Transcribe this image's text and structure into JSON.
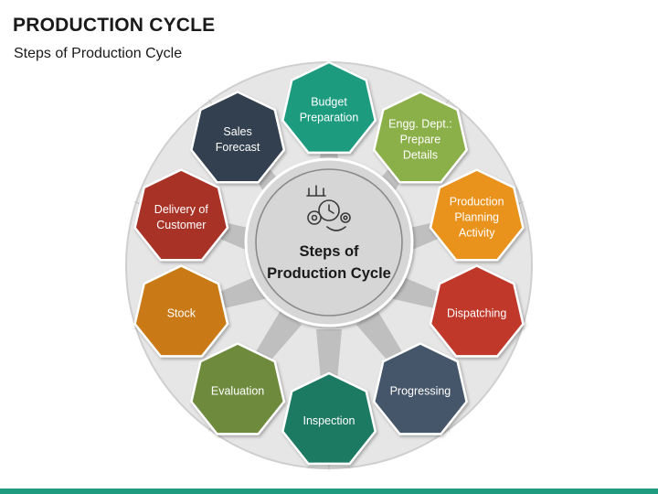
{
  "title": "PRODUCTION CYCLE",
  "subtitle": "Steps of Production Cycle",
  "center": {
    "lines": [
      "Steps of",
      "Production Cycle"
    ],
    "icon": "gears-clock-icon"
  },
  "colors": {
    "outer_ring": "#e6e6e6",
    "outer_ring_stroke": "#cfcfcf",
    "center_circle": "#d6d6d6",
    "spikes": "#bfbfbf",
    "accent_bar": "#1f9b7f"
  },
  "steps": [
    {
      "id": "budget-preparation",
      "lines": [
        "Budget",
        "Preparation"
      ],
      "color": "#1f9b7f"
    },
    {
      "id": "engg-dept-prepare-details",
      "lines": [
        "Engg. Dept.:",
        "Prepare",
        "Details"
      ],
      "color": "#8cb049"
    },
    {
      "id": "production-planning-activity",
      "lines": [
        "Production",
        "Planning",
        "Activity"
      ],
      "color": "#e9921f"
    },
    {
      "id": "dispatching",
      "lines": [
        "Dispatching"
      ],
      "color": "#c0392b"
    },
    {
      "id": "progressing",
      "lines": [
        "Progressing"
      ],
      "color": "#44546a"
    },
    {
      "id": "inspection",
      "lines": [
        "Inspection"
      ],
      "color": "#1a7a62"
    },
    {
      "id": "evaluation",
      "lines": [
        "Evaluation"
      ],
      "color": "#6e8b3d"
    },
    {
      "id": "stock",
      "lines": [
        "Stock"
      ],
      "color": "#c97a14"
    },
    {
      "id": "delivery-of-customer",
      "lines": [
        "Delivery of",
        "Customer"
      ],
      "color": "#a93226"
    },
    {
      "id": "sales-forecast",
      "lines": [
        "Sales",
        "Forecast"
      ],
      "color": "#323f4f"
    }
  ]
}
